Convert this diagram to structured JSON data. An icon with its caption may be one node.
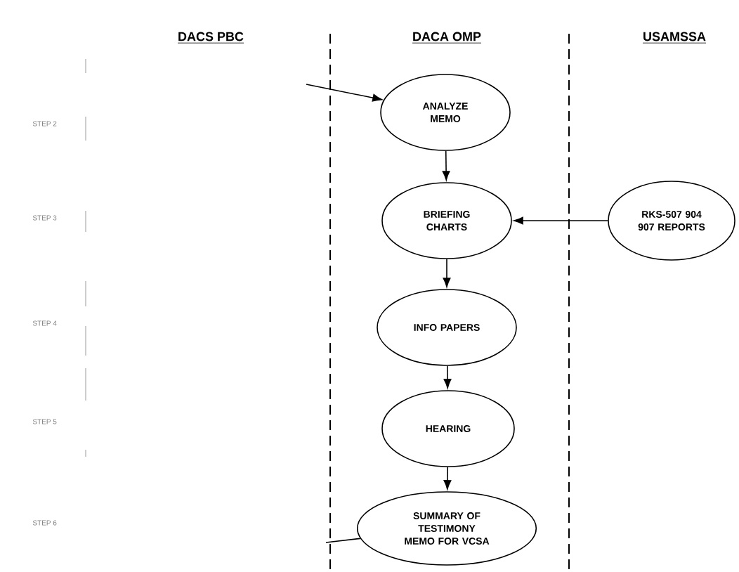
{
  "diagram": {
    "nodes": [
      {
        "text": [
          "ANALYZE MEMO"
        ]
      },
      {
        "text": [
          "BRIEFING CHARTS"
        ]
      },
      {
        "text": [
          "RKS-507 904 907 REPORTS"
        ]
      },
      {
        "text": [
          "INFO PAPERS"
        ]
      },
      {
        "text": [
          "HEARING"
        ]
      },
      {
        "text": [
          "SUMMARY OF TESTIMONY MEMO FOR VCSA"
        ]
      }
    ],
    "edges": [
      {
        "from": null,
        "to": 0,
        "arrow": "to"
      },
      {
        "from": 0,
        "to": 1,
        "arrow": "to"
      },
      {
        "from": 2,
        "to": 1,
        "arrow": "to"
      },
      {
        "from": 1,
        "to": 3,
        "arrow": "to"
      },
      {
        "from": 3,
        "to": 4,
        "arrow": "to"
      },
      {
        "from": 4,
        "to": 5,
        "arrow": "to"
      },
      {
        "from": 5,
        "to": null,
        "arrow": "none"
      }
    ],
    "labels": [
      "DACS PBC",
      "DACA OMP",
      "USAMSSA",
      "STEP 2",
      "STEP 3",
      "STEP 4",
      "STEP 5",
      "STEP 6"
    ]
  }
}
